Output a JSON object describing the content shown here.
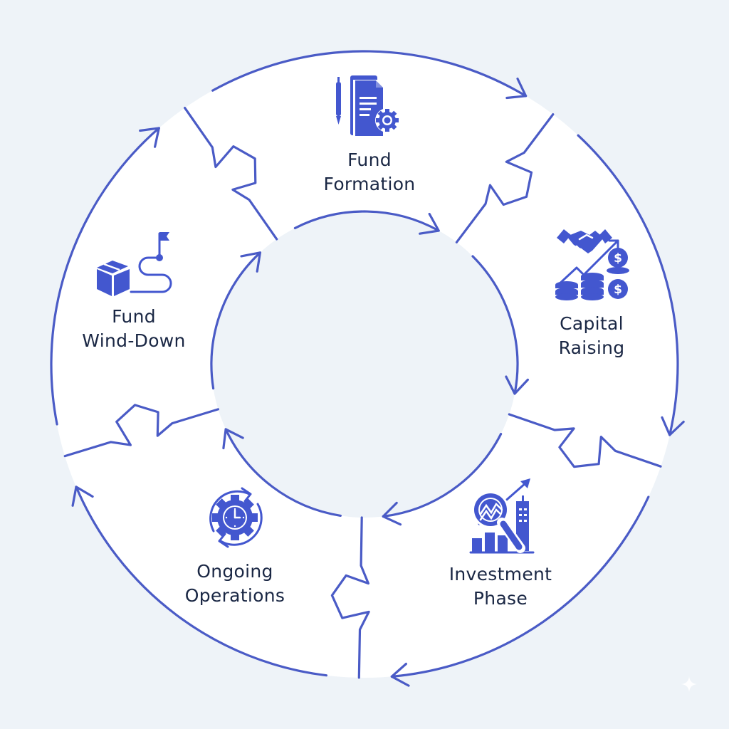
{
  "diagram": {
    "title": "Fund Lifecycle",
    "colors": {
      "background": "#eef3f8",
      "ring_fill": "#ffffff",
      "line": "#4a5bc6",
      "icon": "#4357cf",
      "text": "#1a2744"
    },
    "stages": [
      {
        "id": "fund-formation",
        "line1": "Fund",
        "line2": "Formation",
        "icon": "documents-pen-gear-icon"
      },
      {
        "id": "capital-raising",
        "line1": "Capital",
        "line2": "Raising",
        "icon": "handshake-coins-growth-icon"
      },
      {
        "id": "investment-phase",
        "line1": "Investment",
        "line2": "Phase",
        "icon": "magnifier-chart-building-icon"
      },
      {
        "id": "ongoing-operations",
        "line1": "Ongoing",
        "line2": "Operations",
        "icon": "gear-clock-cycle-icon"
      },
      {
        "id": "fund-wind-down",
        "line1": "Fund",
        "line2": "Wind-Down",
        "icon": "box-path-flag-icon"
      }
    ],
    "flow_direction": "clockwise",
    "watermark_icon": "sparkle-icon"
  }
}
